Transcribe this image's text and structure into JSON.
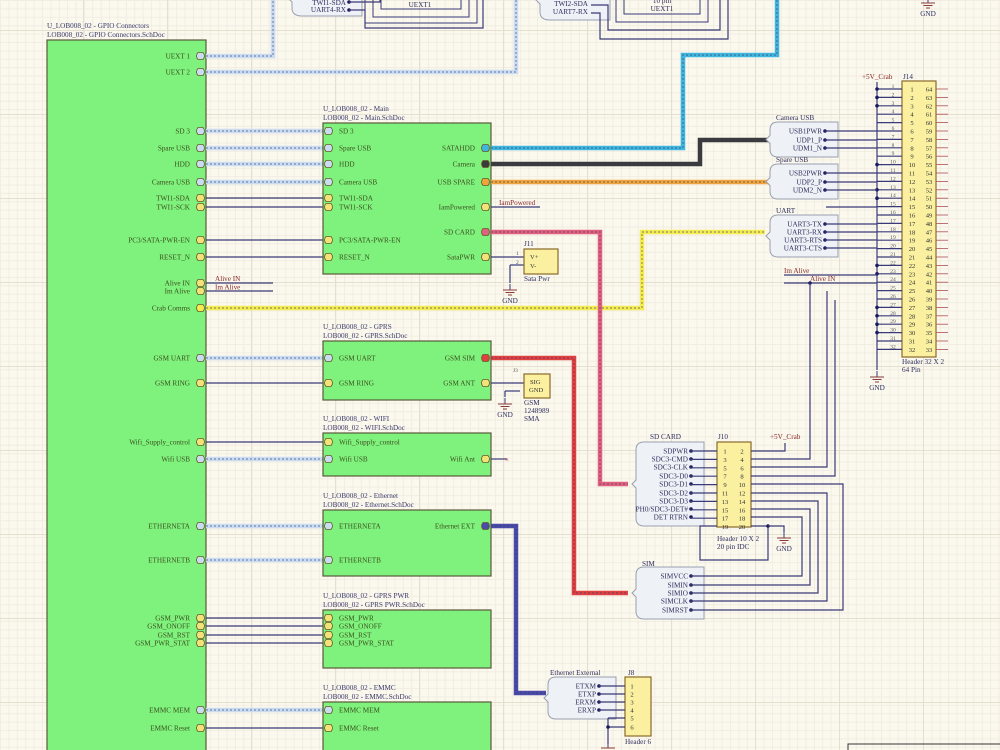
{
  "colors": {
    "sheet_fill": "#7ef27c",
    "bus_default": "#c9dcf2",
    "signal_port": "#f3e27a",
    "sata_hdd": "#3fb6dd",
    "camera": "#3a3a3a",
    "usb_spare": "#f0a53c",
    "sd_card": "#e0607e",
    "gsm_sim": "#e04040",
    "crab_comms": "#f4ec50",
    "ethernet_ext": "#4a4aa8",
    "wire": "#3a3a78"
  },
  "sheets": {
    "gpio": {
      "designator": "U_LOB008_02 - GPIO Connectors",
      "file": "LOB008_02 - GPIO Connectors.SchDoc",
      "right_ports": [
        {
          "label": "UEXT 1",
          "type": "bus"
        },
        {
          "label": "UEXT 2",
          "type": "bus"
        },
        {
          "label": "SD 3",
          "type": "bus"
        },
        {
          "label": "Spare USB",
          "type": "bus"
        },
        {
          "label": "HDD",
          "type": "bus"
        },
        {
          "label": "Camera USB",
          "type": "bus"
        },
        {
          "label": "TWI1-SDA",
          "type": "signal"
        },
        {
          "label": "TWI1-SCK",
          "type": "signal"
        },
        {
          "label": "PC3/SATA-PWR-EN",
          "type": "signal"
        },
        {
          "label": "RESET_N",
          "type": "signal"
        },
        {
          "label": "Alive IN",
          "type": "signal"
        },
        {
          "label": "Im Alive",
          "type": "signal"
        },
        {
          "label": "Crab Comms",
          "type": "crab"
        },
        {
          "label": "GSM UART",
          "type": "bus"
        },
        {
          "label": "GSM RING",
          "type": "signal"
        },
        {
          "label": "Wifi_Supply_control",
          "type": "signal"
        },
        {
          "label": "Wifi USB",
          "type": "bus"
        },
        {
          "label": "ETHERNETA",
          "type": "bus"
        },
        {
          "label": "ETHERNETB",
          "type": "bus"
        },
        {
          "label": "GSM_PWR",
          "type": "signal"
        },
        {
          "label": "GSM_ONOFF",
          "type": "signal"
        },
        {
          "label": "GSM_RST",
          "type": "signal"
        },
        {
          "label": "GSM_PWR_STAT",
          "type": "signal"
        },
        {
          "label": "EMMC MEM",
          "type": "bus"
        },
        {
          "label": "EMMC Reset",
          "type": "signal"
        }
      ]
    },
    "main": {
      "designator": "U_LOB008_02 - Main",
      "file": "LOB008_02 - Main.SchDoc",
      "left_ports": [
        {
          "label": "SD 3",
          "type": "bus"
        },
        {
          "label": "Spare USB",
          "type": "bus"
        },
        {
          "label": "HDD",
          "type": "bus"
        },
        {
          "label": "Camera USB",
          "type": "bus"
        },
        {
          "label": "TWI1-SDA",
          "type": "signal"
        },
        {
          "label": "TWI1-SCK",
          "type": "signal"
        },
        {
          "label": "PC3/SATA-PWR-EN",
          "type": "signal"
        },
        {
          "label": "RESET_N",
          "type": "signal"
        }
      ],
      "right_ports": [
        {
          "label": "SATAHDD",
          "type": "sata_hdd"
        },
        {
          "label": "Camera",
          "type": "camera"
        },
        {
          "label": "USB SPARE",
          "type": "usb_spare"
        },
        {
          "label": "IamPowered",
          "type": "signal"
        },
        {
          "label": "SD CARD",
          "type": "sd_card"
        },
        {
          "label": "SataPWR",
          "type": "signal"
        }
      ]
    },
    "gprs": {
      "designator": "U_LOB008_02 - GPRS",
      "file": "LOB008_02 - GPRS.SchDoc",
      "left_ports": [
        {
          "label": "GSM UART",
          "type": "bus"
        },
        {
          "label": "GSM RING",
          "type": "signal"
        }
      ],
      "right_ports": [
        {
          "label": "GSM SIM",
          "type": "gsm_sim"
        },
        {
          "label": "GSM ANT",
          "type": "signal"
        }
      ]
    },
    "wifi": {
      "designator": "U_LOB008_02 - WIFI",
      "file": "LOB008_02 - WIFI.SchDoc",
      "left_ports": [
        {
          "label": "Wifi_Supply_control",
          "type": "signal"
        },
        {
          "label": "Wifi USB",
          "type": "bus"
        }
      ],
      "right_ports": [
        {
          "label": "Wifi Ant",
          "type": "signal"
        }
      ]
    },
    "ethernet": {
      "designator": "U_LOB008_02 - Ethernet",
      "file": "LOB008_02 - Ethernet.SchDoc",
      "left_ports": [
        {
          "label": "ETHERNETA",
          "type": "bus"
        },
        {
          "label": "ETHERNETB",
          "type": "bus"
        }
      ],
      "right_ports": [
        {
          "label": "Ethernet EXT",
          "type": "ethernet_ext"
        }
      ]
    },
    "gprs_pwr": {
      "designator": "U_LOB008_02 - GPRS PWR",
      "file": "LOB008_02 - GPRS PWR.SchDoc",
      "left_ports": [
        {
          "label": "GSM_PWR",
          "type": "signal"
        },
        {
          "label": "GSM_ONOFF",
          "type": "signal"
        },
        {
          "label": "GSM_RST",
          "type": "signal"
        },
        {
          "label": "GSM_PWR_STAT",
          "type": "signal"
        }
      ],
      "right_ports": []
    },
    "emmc": {
      "designator": "U_LOB008_02 - EMMC",
      "file": "LOB008_02 - EMMC.SchDoc",
      "left_ports": [
        {
          "label": "EMMC MEM",
          "type": "bus"
        },
        {
          "label": "EMMC Reset",
          "type": "signal"
        }
      ],
      "right_ports": []
    }
  },
  "net_labels": {
    "alive_in": "Alive IN",
    "im_alive": "Im Alive",
    "iam_powered": "IamPowered",
    "gnd": "GND",
    "plus5v_crab": "+5V_Crab"
  },
  "harnesses": {
    "top_left": {
      "entries": [
        "TWI1-SDA",
        "UART4-RX"
      ],
      "connector": "UEXT1"
    },
    "top_right": {
      "entries": [
        "TWI2-SDA",
        "UART7-RX"
      ],
      "connector_lines": [
        "10 pin",
        "UEXT1"
      ]
    },
    "camera_usb": {
      "title": "Camera USB",
      "entries": [
        "USB1PWR",
        "UDP1_P",
        "UDM1_N"
      ]
    },
    "spare_usb": {
      "title": "Spare USB",
      "entries": [
        "USB2PWR",
        "UDP2_P",
        "UDM2_N"
      ]
    },
    "uart": {
      "title": "UART",
      "entries": [
        "UART3-TX",
        "UART3-RX",
        "UART3-RTS",
        "UART3-CTS"
      ]
    },
    "sd_card": {
      "title": "SD CARD",
      "entries": [
        "SDPWR",
        "SDC3-CMD",
        "SDC3-CLK",
        "SDC3-D0",
        "SDC3-D1",
        "SDC3-D2",
        "SDC3-D3",
        "PH0/SDC3-DET#",
        "DET RTRN"
      ]
    },
    "sim": {
      "title": "SIM",
      "entries": [
        "SIMVCC",
        "SIMIN",
        "SIMIO",
        "SIMCLK",
        "SIMRST"
      ]
    },
    "ethernet_external": {
      "title": "Ethernet External",
      "entries": [
        "ETXM",
        "ETXP",
        "ERXM",
        "ERXP"
      ]
    }
  },
  "components": {
    "j11": {
      "designator": "J11",
      "pins": [
        "V+",
        "V-"
      ],
      "pin_numbers": [
        "1",
        "2"
      ],
      "comment": "Sata Pwr"
    },
    "j3": {
      "designator": "J3",
      "pins": [
        "SIG",
        "GND"
      ],
      "comment_lines": [
        "GSM",
        "1248989",
        "SMA"
      ]
    },
    "j14": {
      "designator": "J14",
      "comment_lines": [
        "Header 32 X 2",
        "64 Pin"
      ],
      "left_pins": [
        "1",
        "2",
        "3",
        "4",
        "5",
        "6",
        "7",
        "8",
        "9",
        "10",
        "11",
        "12",
        "13",
        "14",
        "15",
        "16",
        "17",
        "18",
        "19",
        "20",
        "21",
        "22",
        "23",
        "24",
        "25",
        "26",
        "27",
        "28",
        "29",
        "30",
        "31",
        "32"
      ],
      "right_pins": [
        "64",
        "63",
        "62",
        "61",
        "60",
        "59",
        "58",
        "57",
        "56",
        "55",
        "54",
        "53",
        "52",
        "51",
        "50",
        "49",
        "48",
        "47",
        "46",
        "45",
        "44",
        "43",
        "42",
        "41",
        "40",
        "39",
        "38",
        "37",
        "36",
        "35",
        "34",
        "33"
      ]
    },
    "j10": {
      "designator": "J10",
      "comment_lines": [
        "Header 10 X 2",
        "20 pin IDC"
      ],
      "left_pins": [
        "1",
        "3",
        "5",
        "7",
        "9",
        "11",
        "13",
        "15",
        "17",
        "19"
      ],
      "right_pins": [
        "2",
        "4",
        "6",
        "8",
        "10",
        "12",
        "14",
        "16",
        "18",
        "20"
      ]
    },
    "j8": {
      "designator": "J8",
      "comment": "Header 6",
      "pins": [
        "1",
        "2",
        "3",
        "4",
        "5",
        "6"
      ]
    }
  }
}
